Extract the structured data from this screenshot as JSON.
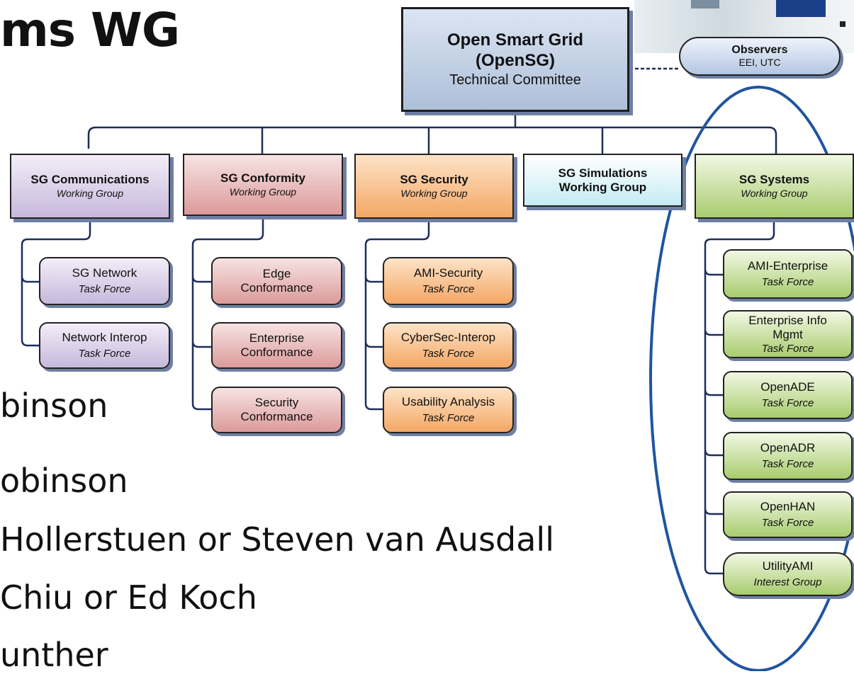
{
  "title": "ms WG",
  "bullets": [
    "binson",
    "obinson",
    "Hollerstuen or Steven van Ausdall",
    "Chiu or Ed Koch",
    "unther"
  ],
  "top_box": {
    "line1": "Open Smart Grid",
    "line2": "(OpenSG)",
    "line3": "Technical Committee"
  },
  "observers": {
    "name": "Observers",
    "members": "EEI, UTC"
  },
  "working_groups": [
    {
      "name": "SG Communications",
      "subtitle": "Working Group"
    },
    {
      "name": "SG Conformity",
      "subtitle": "Working Group"
    },
    {
      "name": "SG Security",
      "subtitle": "Working Group"
    },
    {
      "name": "SG Simulations",
      "subtitle": "Working Group"
    },
    {
      "name": "SG Systems",
      "subtitle": "Working Group"
    }
  ],
  "communications_tf": [
    {
      "name": "SG Network",
      "subtitle": "Task Force"
    },
    {
      "name": "Network Interop",
      "subtitle": "Task Force"
    }
  ],
  "conformity_tf": [
    {
      "name1": "Edge",
      "name2": "Conformance"
    },
    {
      "name1": "Enterprise",
      "name2": "Conformance"
    },
    {
      "name1": "Security",
      "name2": "Conformance"
    }
  ],
  "security_tf": [
    {
      "name": "AMI-Security",
      "subtitle": "Task Force"
    },
    {
      "name": "CyberSec-Interop",
      "subtitle": "Task Force"
    },
    {
      "name": "Usability Analysis",
      "subtitle": "Task Force"
    }
  ],
  "systems_tf": [
    {
      "name": "AMI-Enterprise",
      "subtitle": "Task Force"
    },
    {
      "name1": "Enterprise Info",
      "name2": "Mgmt",
      "subtitle": "Task Force"
    },
    {
      "name": "OpenADE",
      "subtitle": "Task Force"
    },
    {
      "name": "OpenADR",
      "subtitle": "Task Force"
    },
    {
      "name": "OpenHAN",
      "subtitle": "Task Force"
    },
    {
      "name": "UtilityAMI",
      "subtitle": "Interest Group"
    }
  ],
  "colors": {
    "connector": "#1f2d5a",
    "ellipse": "#1f55a0",
    "communications": "#c7b8dc",
    "conformity": "#dc9a9a",
    "security": "#f4a764",
    "simulations": "#c4ecf4",
    "systems": "#a8cc6e"
  }
}
